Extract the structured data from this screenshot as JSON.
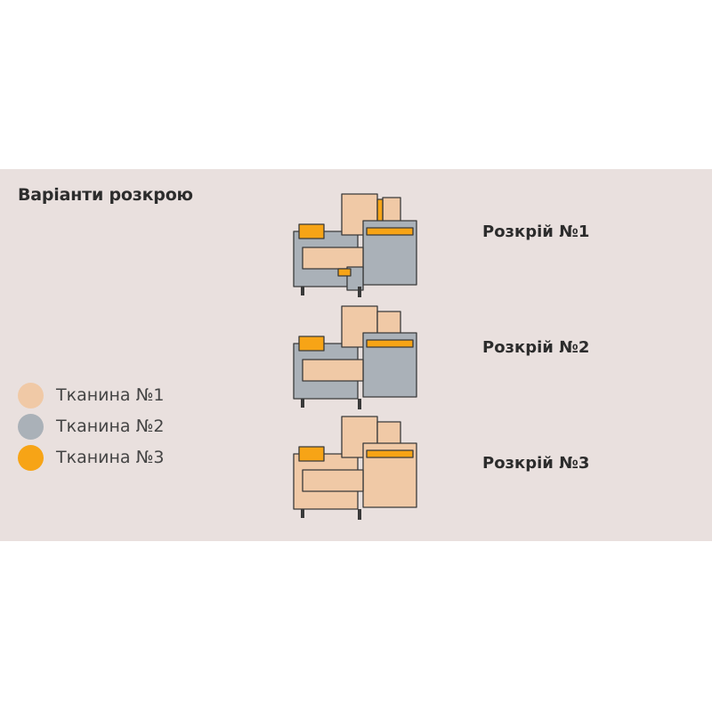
{
  "title": "Варіанти розкрою",
  "colors": {
    "background": "#e9e0de",
    "fabric1": "#f0c9a6",
    "fabric2": "#aab1b8",
    "fabric3": "#f7a416",
    "outline": "#3a3a3a"
  },
  "legend": [
    {
      "label": "Тканина №1",
      "color": "#f0c9a6"
    },
    {
      "label": "Тканина №2",
      "color": "#aab1b8"
    },
    {
      "label": "Тканина №3",
      "color": "#f7a416"
    }
  ],
  "variants": [
    {
      "label": "Розкрій №1",
      "icon": "armchair-cut-1-icon"
    },
    {
      "label": "Розкрій №2",
      "icon": "armchair-cut-2-icon"
    },
    {
      "label": "Розкрій №3",
      "icon": "armchair-cut-3-icon"
    }
  ]
}
